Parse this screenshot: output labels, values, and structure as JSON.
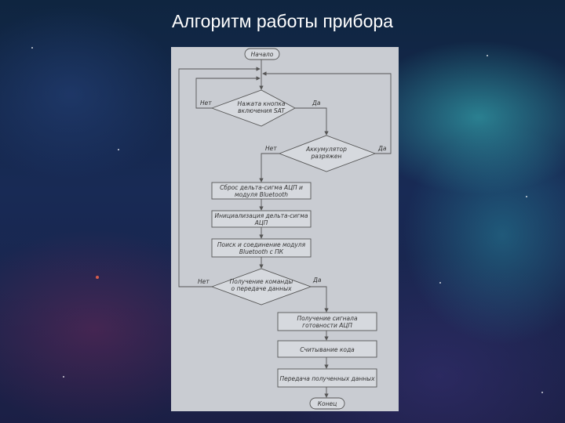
{
  "slide": {
    "title": "Алгоритм работы прибора"
  },
  "flowchart": {
    "start": "Начало",
    "end": "Конец",
    "decision_sat": [
      "Нажата кнопка",
      "включения SAT"
    ],
    "decision_battery": [
      "Аккумулятор",
      "разряжен"
    ],
    "step_reset": [
      "Сброс дельта-сигма АЦП и",
      "модуля Bluetooth"
    ],
    "step_init": [
      "Инициализация дельта-сигма",
      "АЦП"
    ],
    "step_search": [
      "Поиск и соединение модуля",
      "Bluetooth с ПК"
    ],
    "decision_command": [
      "Получение команды",
      "о передаче данных"
    ],
    "step_ready": [
      "Получение сигнала",
      "готовности АЦП"
    ],
    "step_read": "Считывание кода",
    "step_transfer": "Передача полученных данных",
    "yes": "Да",
    "no": "Нет"
  }
}
